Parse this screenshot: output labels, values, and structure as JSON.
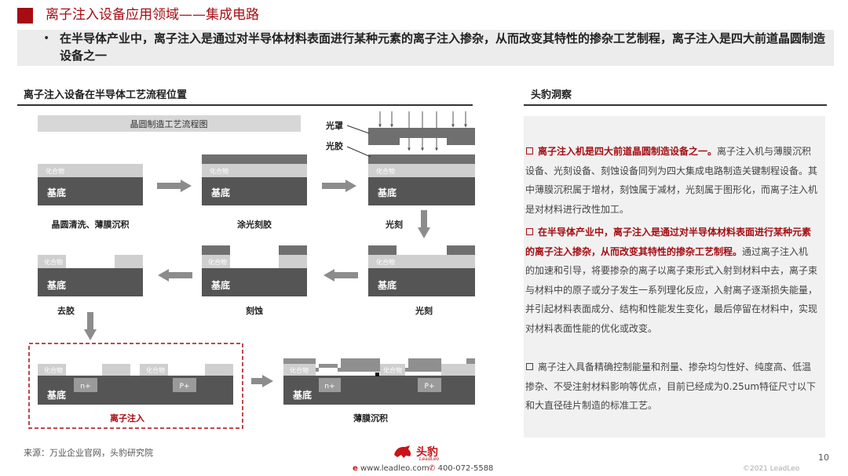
{
  "header": {
    "title": "离子注入设备应用领域——集成电路",
    "summary_bullet": "•",
    "summary": "在半导体产业中，离子注入是通过对半导体材料表面进行某种元素的离子注入掺杂，从而改变其特性的掺杂工艺制程，离子注入是四大前道晶圆制造设备之一"
  },
  "left_section": {
    "title": "离子注入设备在半导体工艺流程位置",
    "process_header": "晶圆制造工艺流程图",
    "labels": {
      "compound": "化合物",
      "substrate": "基底",
      "n_plus": "n+",
      "p_plus": "P+",
      "mask": "光罩",
      "photoresist": "光胶"
    },
    "steps": [
      "晶圆清洗、薄膜沉积",
      "涂光刻胶",
      "光刻",
      "去胶",
      "刻蚀",
      "光刻",
      "离子注入",
      "薄膜沉积"
    ]
  },
  "right_section": {
    "title": "头豹洞察",
    "insights": [
      {
        "lead": "离子注入机是四大前道晶圆制造设备之一。",
        "body": "离子注入机与薄膜沉积设备、光刻设备、刻蚀设备同列为四大集成电路制造关键制程设备。其中薄膜沉积属于增材，刻蚀属于减材，光刻属于图形化，而离子注入机是对材料进行改性加工。"
      },
      {
        "lead": "在半导体产业中，离子注入是通过对半导体材料表面进行某种元素的离子注入掺杂，从而改变其特性的掺杂工艺制程。",
        "body": "通过离子注入机的加速和引导，将要掺杂的离子以离子束形式入射到材料中去，离子束与材料中的原子或分子发生一系列理化反应，入射离子逐渐损失能量，并引起材料表面成分、结构和性能发生变化，最后停留在材料中，实现对材料表面性能的优化或改变。"
      },
      {
        "lead": "",
        "body": "离子注入具备精确控制能量和剂量、掺杂均匀性好、纯度高、低温掺杂、不受注射材料影响等优点，目前已经成为0.25um特征尺寸以下和大直径硅片制造的标准工艺。"
      }
    ]
  },
  "footer": {
    "source": "来源：万业企业官网，头豹研究院",
    "page": "10",
    "copyright": "©2021 LeadLeo",
    "logo": "头豹",
    "logo_sub": "LeadLeo",
    "web": "www.leadleo.com",
    "tel": "400-072-5588"
  },
  "colors": {
    "accent": "#a50d12",
    "substrate": "#555555",
    "film": "#cfcfcf",
    "resist": "#6f6f6f",
    "arrow": "#8c8c8c"
  }
}
